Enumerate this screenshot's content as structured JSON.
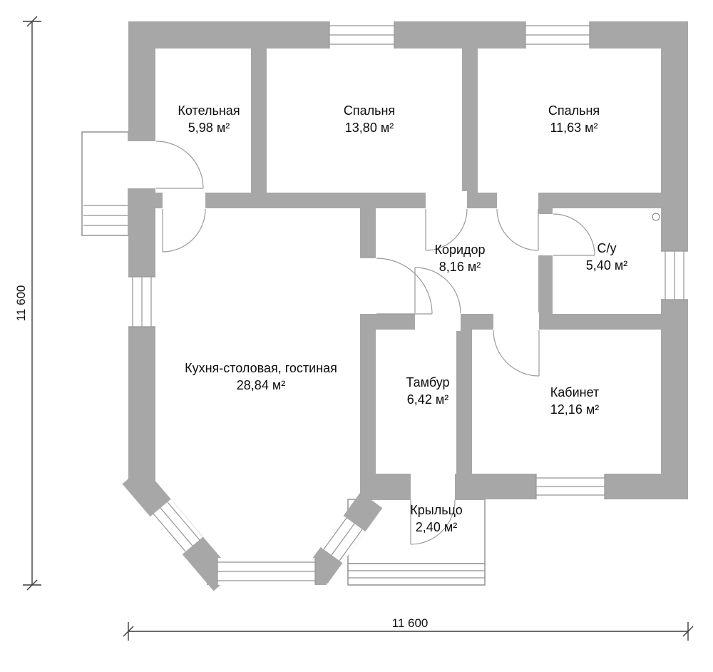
{
  "rooms": [
    {
      "id": "kotelnaya",
      "name": "Котельная",
      "area": "5,98 м²"
    },
    {
      "id": "bedroom-1",
      "name": "Спальня",
      "area": "13,80 м²"
    },
    {
      "id": "bedroom-2",
      "name": "Спальня",
      "area": "11,63 м²"
    },
    {
      "id": "koridor",
      "name": "Коридор",
      "area": "8,16 м²"
    },
    {
      "id": "sanuzel",
      "name": "С/у",
      "area": "5,40 м²"
    },
    {
      "id": "kitchen-living",
      "name": "Кухня-столовая, гостиная",
      "area": "28,84 м²"
    },
    {
      "id": "tambur",
      "name": "Тамбур",
      "area": "6,42 м²"
    },
    {
      "id": "kabinet",
      "name": "Кабинет",
      "area": "12,16 м²"
    },
    {
      "id": "krylco",
      "name": "Крыльцо",
      "area": "2,40 м²"
    }
  ],
  "dimensions": {
    "left": "11 600",
    "bottom": "11 600"
  },
  "colors": {
    "wall": "#a7a7a7",
    "line": "#8f8f8f",
    "text": "#0d0d0d"
  }
}
